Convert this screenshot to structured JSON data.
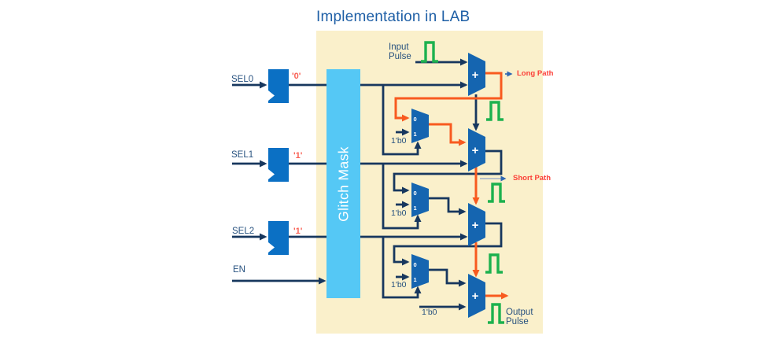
{
  "title": "Implementation in LAB",
  "colors": {
    "panel_bg": "#faf0cb",
    "wire_navy": "#17375e",
    "ff_blue": "#0b70c4",
    "mux_blue": "#1565b0",
    "glitch_mask_bg": "#55c8f5",
    "pulse_green": "#1cb14e",
    "path_orange": "#f85a1f",
    "path_label_red": "#fb4038",
    "value_red": "#f96155",
    "title_blue": "#1e5fa6",
    "text_navy": "#27517f"
  },
  "signals": {
    "sel0": {
      "name": "SEL0",
      "value": "'0'"
    },
    "sel1": {
      "name": "SEL1",
      "value": "'1'"
    },
    "sel2": {
      "name": "SEL2",
      "value": "'1'"
    },
    "en": {
      "name": "EN"
    }
  },
  "glitch_mask": {
    "label": "Glitch Mask"
  },
  "io": {
    "input_pulse": {
      "line1": "Input",
      "line2": "Pulse"
    },
    "output_pulse": {
      "line1": "Output",
      "line2": "Pulse"
    }
  },
  "paths": {
    "long": "Long Path",
    "short": "Short Path"
  },
  "mux": {
    "plus": "+",
    "in0": "0",
    "in1": "1"
  },
  "constants": {
    "zero": "1'b0"
  }
}
